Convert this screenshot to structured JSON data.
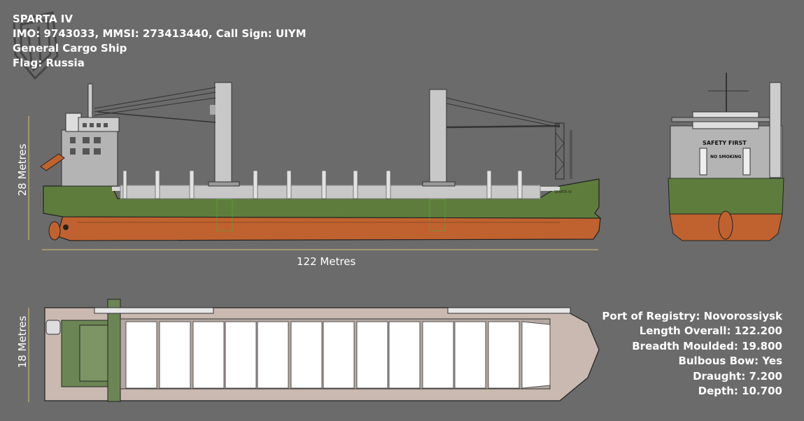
{
  "header": {
    "name": "SPARTA IV",
    "ids": "IMO: 9743033, MMSI: 273413440, Call Sign: UIYM",
    "type": "General Cargo Ship",
    "flag": "Flag: Russia"
  },
  "dimensions": {
    "height": "28 Metres",
    "length": "122 Metres",
    "breadth": "18 Metres"
  },
  "ship_markings": {
    "bridge_sign": "SAFETY FIRST",
    "no_smoking": "NO SMOKING",
    "hull_name": "SPARTA IV"
  },
  "specs": [
    {
      "label": "Port of Registry",
      "value": "Novorossiysk"
    },
    {
      "label": "Length Overall",
      "value": "122.200"
    },
    {
      "label": "Breadth Moulded",
      "value": "19.800"
    },
    {
      "label": "Bulbous Bow",
      "value": "Yes"
    },
    {
      "label": "Draught",
      "value": "7.200"
    },
    {
      "label": "Depth",
      "value": "10.700"
    }
  ],
  "colors": {
    "background": "#6b6b6b",
    "hull_green": "#5e7d3c",
    "hull_orange": "#c0622f",
    "superstructure": "#b4b4b4",
    "deck_pink": "#c9b9b0",
    "dimension_line": "#d9c27a"
  }
}
